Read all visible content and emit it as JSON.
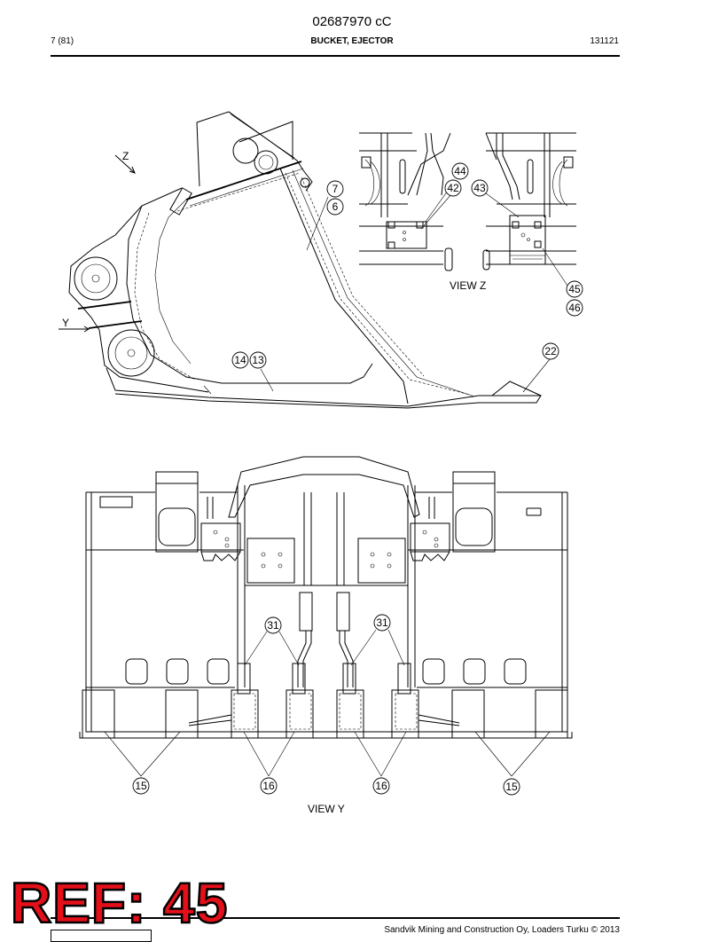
{
  "header": {
    "doc_number": "02687970 cC",
    "page": "7 (81)",
    "title": "BUCKET, EJECTOR",
    "date_code": "131121"
  },
  "drawing": {
    "arrow_z": "Z",
    "arrow_y": "Y",
    "view_z": "VIEW Z",
    "view_y": "VIEW Y",
    "callouts": {
      "c7": "7",
      "c6": "6",
      "c44": "44",
      "c42": "42",
      "c43": "43",
      "c45": "45",
      "c46": "46",
      "c22": "22",
      "c14": "14",
      "c13": "13",
      "c31a": "31",
      "c31b": "31",
      "c15a": "15",
      "c16a": "16",
      "c16b": "16",
      "c15b": "15"
    }
  },
  "footer": {
    "text": "Sandvik Mining and Construction Oy, Loaders Turku © 2013",
    "stamp": "REF: 45"
  }
}
